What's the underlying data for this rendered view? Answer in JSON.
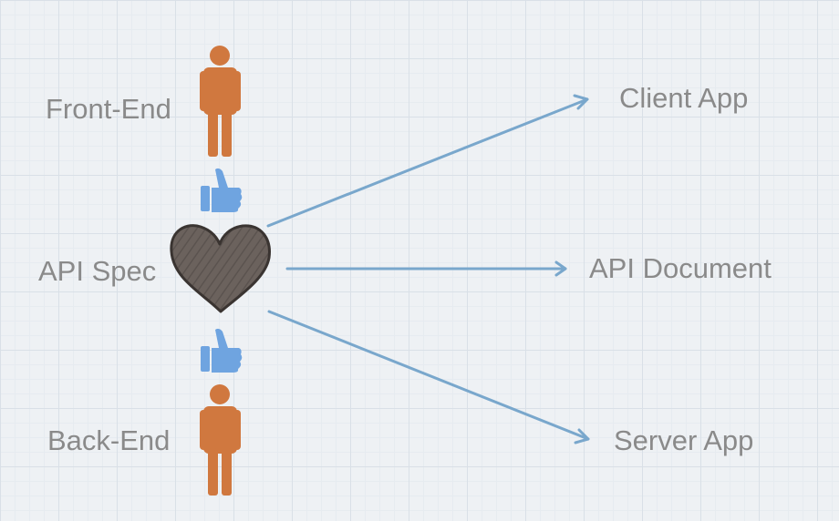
{
  "roles": {
    "front_end": "Front-End",
    "back_end": "Back-End"
  },
  "center": {
    "label": "API Spec"
  },
  "outputs": {
    "client_app": "Client App",
    "api_document": "API Document",
    "server_app": "Server App"
  },
  "colors": {
    "person": "#d0783f",
    "thumb": "#6fa4e0",
    "heart_fill": "#6b625d",
    "heart_stroke": "#3a3431",
    "arrow": "#79a7cc",
    "text": "#8a8a8a"
  }
}
